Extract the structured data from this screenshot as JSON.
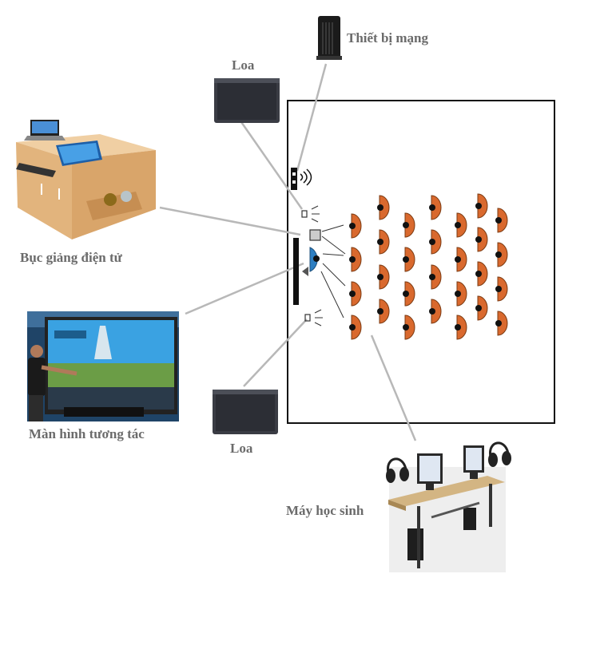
{
  "labels": {
    "network_device": "Thiết bị mạng",
    "speaker_top": "Loa",
    "podium": "Bục giảng điện tử",
    "interactive_screen": "Màn hình tương tác",
    "speaker_bottom": "Loa",
    "student_machine": "Máy học sinh"
  },
  "colors": {
    "label_text": "#6b6b6b",
    "seat_fill": "#d9692e",
    "seat_head": "#111111",
    "room_border": "#111111",
    "connector_line": "#b8b8b8",
    "teacher_fill": "#2e7fc2",
    "screen_blue": "#2b9be0",
    "podium_wood": "#e9c18f",
    "speaker_dark": "#3a3c44"
  },
  "icons": [
    "router-icon",
    "speaker-icon",
    "podium-icon",
    "interactive-board-icon",
    "student-desk-icon",
    "headset-icon",
    "wifi-icon"
  ]
}
